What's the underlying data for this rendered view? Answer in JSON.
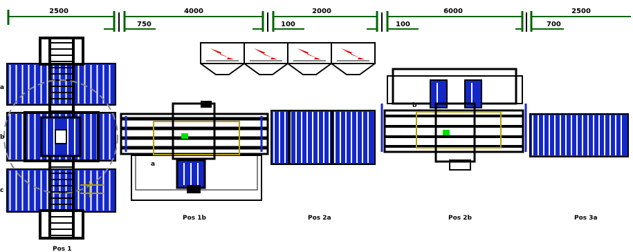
{
  "colors": {
    "dimension_line": "#006400",
    "roller_fill": "#1428c8",
    "roller_slat": "#ffffff",
    "outline": "#000000",
    "guide_yellow": "#b4a000",
    "sensor_green": "#00e000",
    "dashed_circle": "#8c8c8c",
    "arrow_red": "#e00000"
  },
  "dimensions": {
    "top": [
      {
        "label": "2500"
      },
      {
        "label": "4000"
      },
      {
        "label": "2000"
      },
      {
        "label": "6000"
      },
      {
        "label": "2500"
      }
    ],
    "offsets": [
      {
        "label": "750"
      },
      {
        "label": "100"
      },
      {
        "label": "100"
      },
      {
        "label": "700"
      }
    ]
  },
  "station_labels": [
    {
      "text": "Pos 1b",
      "name": "station-label-pos-1b"
    },
    {
      "text": "Pos 2a",
      "name": "station-label-pos-2a"
    },
    {
      "text": "Pos 2b",
      "name": "station-label-pos-2b"
    },
    {
      "text": "Pos 3a",
      "name": "station-label-pos-3a"
    }
  ],
  "bottom_label": "Pos 1",
  "side_markers": [
    "a",
    "b",
    "c"
  ],
  "conveyor_arrow_count": 4
}
